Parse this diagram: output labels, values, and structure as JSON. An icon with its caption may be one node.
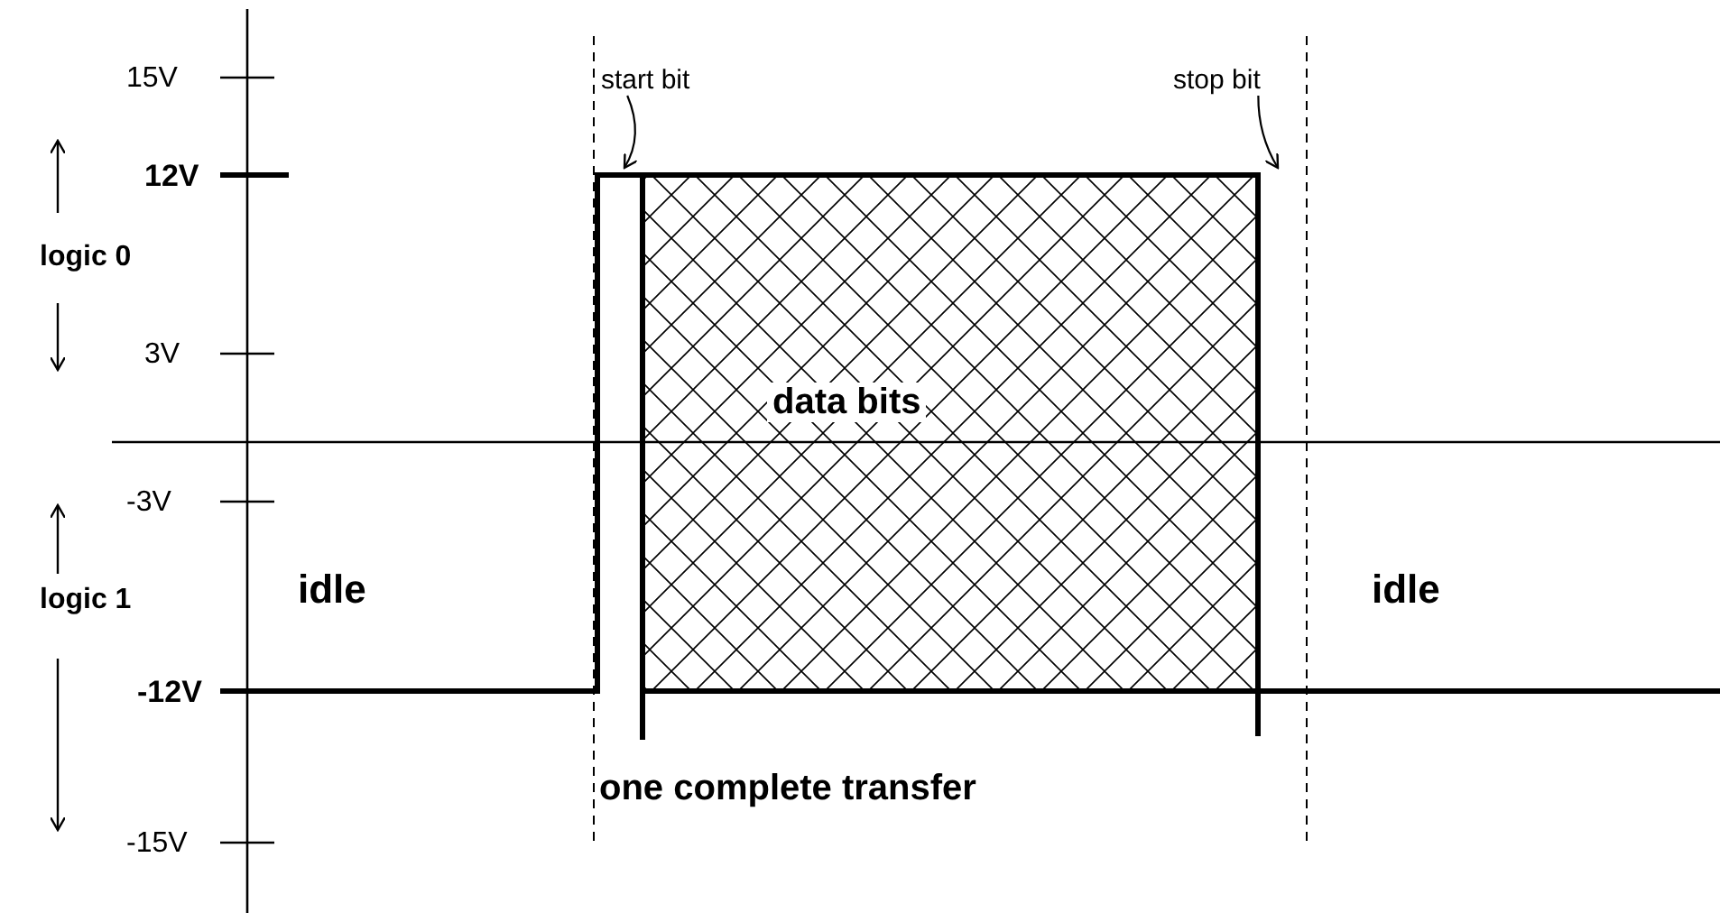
{
  "diagram": {
    "nodes": [
      {
        "text": [
          "start bit"
        ]
      },
      {
        "text": [
          "stop bit"
        ]
      }
    ],
    "edges": [
      {
        "from": 0,
        "to": null,
        "arrow": "to"
      },
      {
        "from": 1,
        "to": null,
        "arrow": "to"
      }
    ],
    "labels": [
      "15V",
      "12V",
      "logic 0",
      "3V",
      "data bits",
      "-3V",
      "logic 1",
      "idle",
      "idle",
      "-12V",
      "one complete transfer",
      "-15V"
    ]
  }
}
